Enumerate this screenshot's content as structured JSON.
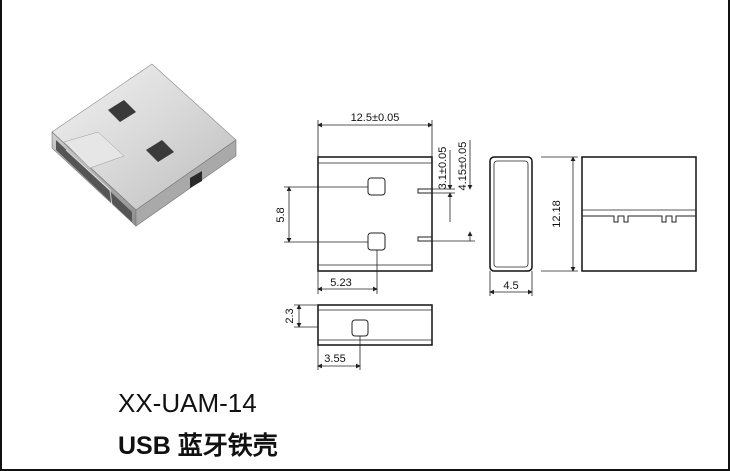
{
  "product": {
    "model": "XX-UAM-14",
    "title_latin": "USB",
    "title_cjk": "蓝牙铁壳"
  },
  "dimensions": {
    "width_top": "12.5±0.05",
    "height_inner": "3.1±0.05",
    "height_outer": "4.15±0.05",
    "pitch_vertical": "5.8",
    "offset_bottom": "5.23",
    "side_height": "12.18",
    "side_width": "4.5",
    "bottom_view_height": "2.3",
    "bottom_view_offset": "3.55"
  }
}
